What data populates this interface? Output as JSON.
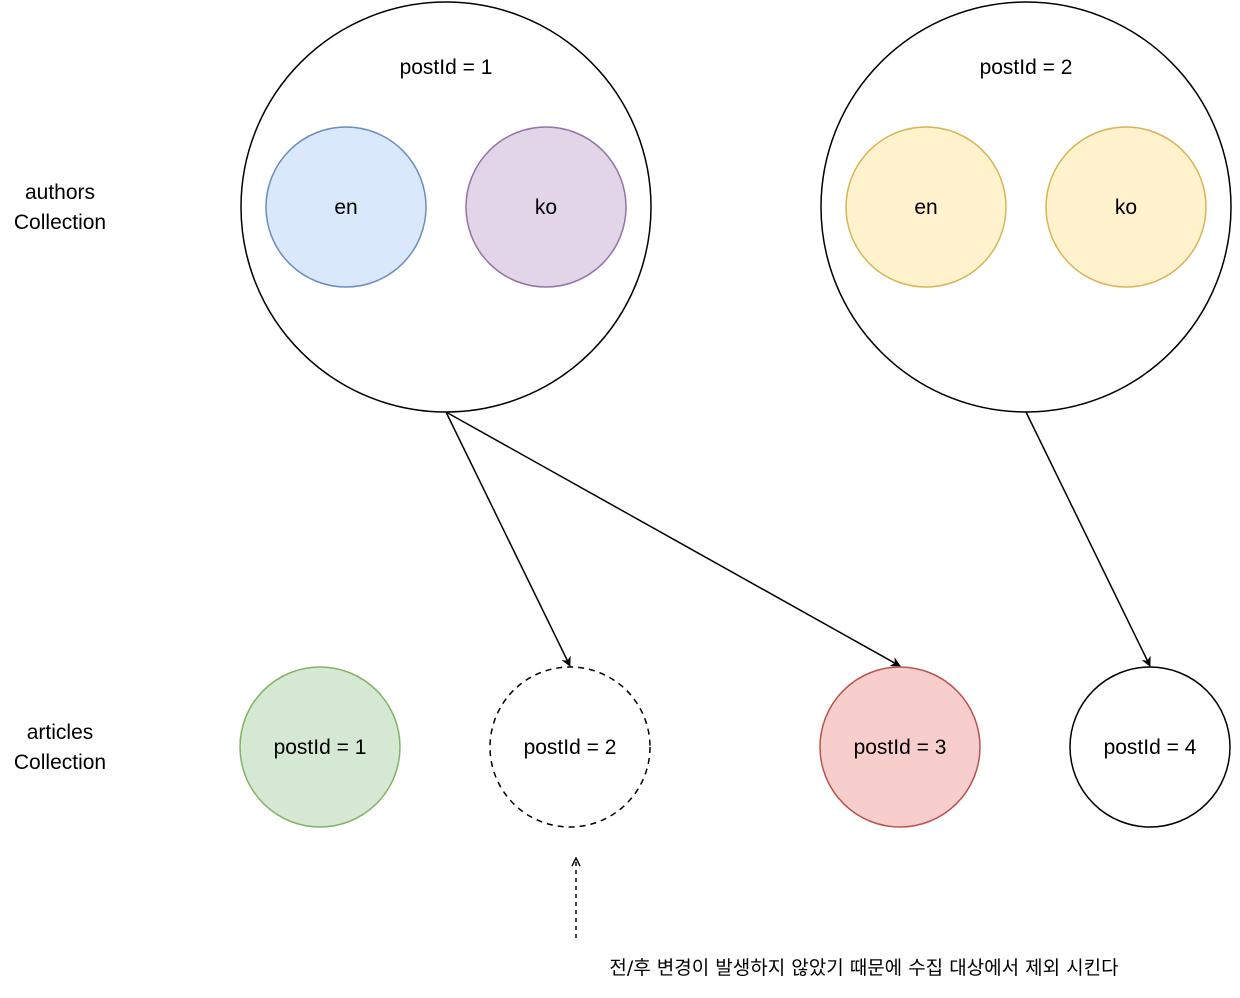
{
  "rows": {
    "authors": [
      "authors",
      "Collection"
    ],
    "articles": [
      "articles",
      "Collection"
    ]
  },
  "authors": [
    {
      "label": "postId = 1",
      "langs": [
        {
          "label": "en",
          "fill": "#dae8fc",
          "stroke": "#6c8ebf"
        },
        {
          "label": "ko",
          "fill": "#e1d5e7",
          "stroke": "#9673a6"
        }
      ]
    },
    {
      "label": "postId = 2",
      "langs": [
        {
          "label": "en",
          "fill": "#fff2cc",
          "stroke": "#d6b656"
        },
        {
          "label": "ko",
          "fill": "#fff2cc",
          "stroke": "#d6b656"
        }
      ]
    }
  ],
  "articles": [
    {
      "label": "postId = 1",
      "fill": "#d5e8d4",
      "stroke": "#82b366",
      "dashed": false
    },
    {
      "label": "postId = 2",
      "fill": "#ffffff",
      "stroke": "#000000",
      "dashed": true
    },
    {
      "label": "postId = 3",
      "fill": "#f8cecc",
      "stroke": "#b85450",
      "dashed": false
    },
    {
      "label": "postId = 4",
      "fill": "#ffffff",
      "stroke": "#000000",
      "dashed": false
    }
  ],
  "edges": [
    {
      "from": "author-postId-1",
      "to": "article-postId-2"
    },
    {
      "from": "author-postId-1",
      "to": "article-postId-3"
    },
    {
      "from": "author-postId-2",
      "to": "article-postId-4"
    }
  ],
  "note": "전/후 변경이 발생하지 않았기 때문에 수집 대상에서 제외 시킨다"
}
